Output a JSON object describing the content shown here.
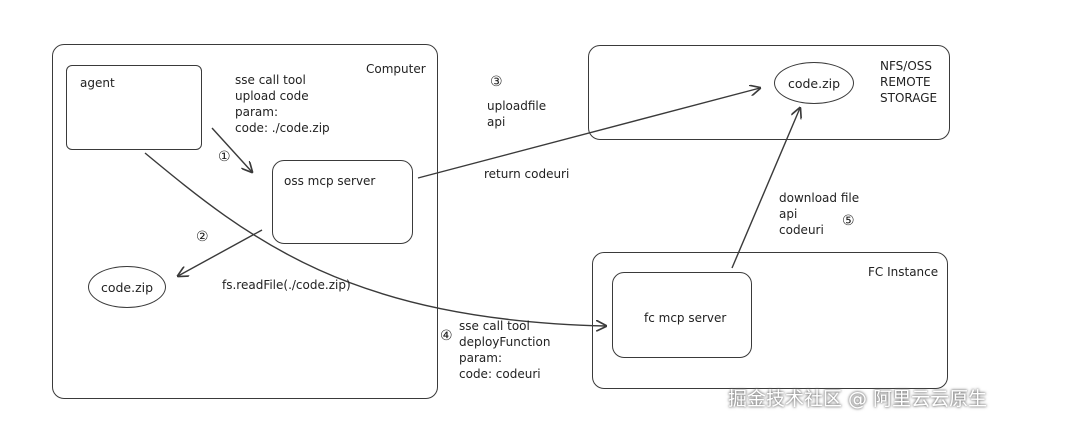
{
  "containers": {
    "computer": "Computer",
    "fc_instance": "FC Instance",
    "storage": "NFS/OSS\nREMOTE\nSTORAGE"
  },
  "nodes": {
    "agent": "agent",
    "oss_mcp_server": "oss mcp server",
    "fc_mcp_server": "fc mcp server",
    "code_zip_local": "code.zip",
    "code_zip_remote": "code.zip"
  },
  "steps": {
    "s1": {
      "num": "①",
      "text": "sse call tool\nupload code\nparam:\ncode: ./code.zip"
    },
    "s2": {
      "num": "②",
      "text": "fs.readFile(./code.zip)"
    },
    "s3": {
      "num": "③",
      "text": "uploadfile\napi"
    },
    "s3_return": "return codeuri",
    "s4": {
      "num": "④",
      "text": "sse call tool\ndeployFunction\nparam:\ncode: codeuri"
    },
    "s5": {
      "num": "⑤",
      "text": "download file\napi\ncodeuri"
    }
  },
  "watermark": "掘金技术社区 @ 阿里云云原生",
  "colors": {
    "stroke": "#3a3a3a",
    "text": "#222222"
  }
}
